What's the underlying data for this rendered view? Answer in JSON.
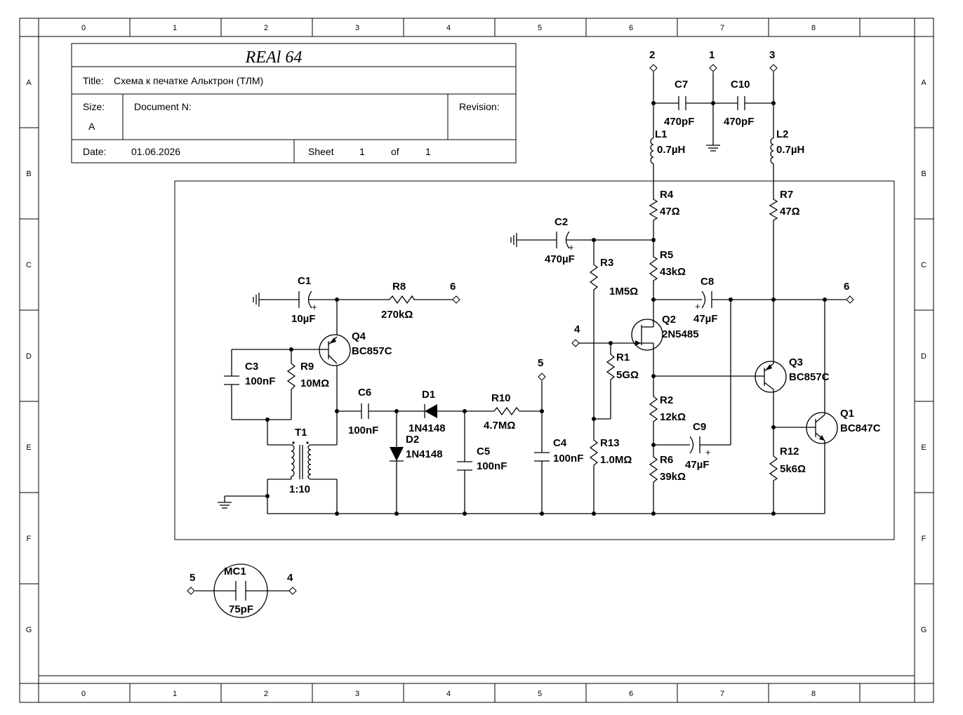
{
  "zones": {
    "columns": [
      "0",
      "1",
      "2",
      "3",
      "4",
      "5",
      "6",
      "7",
      "8"
    ],
    "rows": [
      "A",
      "B",
      "C",
      "D",
      "E",
      "F",
      "G"
    ]
  },
  "title_block": {
    "heading": "REAl 64",
    "title_label": "Title:",
    "title_value": "Схема к печатке  Альктрон (ТЛМ)",
    "size_label": "Size:",
    "size_value": "A",
    "document_label": "Document  N:",
    "revision_label": "Revision:",
    "date_label": "Date:",
    "date_value": "01.06.2026",
    "sheet_label": "Sheet",
    "sheet_value": "1",
    "of_label": "of",
    "of_value": "1"
  },
  "terminals": {
    "t2": "2",
    "t1": "1",
    "t3": "3",
    "t6_left": "6",
    "t6_right": "6",
    "t4": "4",
    "t5": "5",
    "mc_left": "5",
    "mc_right": "4"
  },
  "components": {
    "C7": {
      "ref": "C7",
      "value": "470pF"
    },
    "C10": {
      "ref": "C10",
      "value": "470pF"
    },
    "L1": {
      "ref": "L1",
      "value": "0.7µH"
    },
    "L2": {
      "ref": "L2",
      "value": "0.7µH"
    },
    "R4": {
      "ref": "R4",
      "value": "47Ω"
    },
    "R7": {
      "ref": "R7",
      "value": "47Ω"
    },
    "C2": {
      "ref": "C2",
      "value": "470µF"
    },
    "R3": {
      "ref": "R3",
      "value": "1M5Ω"
    },
    "R5": {
      "ref": "R5",
      "value": "43kΩ"
    },
    "C8": {
      "ref": "C8",
      "value": "47µF"
    },
    "Q2": {
      "ref": "Q2",
      "value": "2N5485"
    },
    "R1": {
      "ref": "R1",
      "value": "5GΩ"
    },
    "Q3": {
      "ref": "Q3",
      "value": "BC857C"
    },
    "R2": {
      "ref": "R2",
      "value": "12kΩ"
    },
    "C9": {
      "ref": "C9",
      "value": "47µF"
    },
    "Q1": {
      "ref": "Q1",
      "value": "BC847C"
    },
    "R13": {
      "ref": "R13",
      "value": "1.0MΩ"
    },
    "R6": {
      "ref": "R6",
      "value": "39kΩ"
    },
    "R12": {
      "ref": "R12",
      "value": "5k6Ω"
    },
    "C4": {
      "ref": "C4",
      "value": "100nF"
    },
    "C1": {
      "ref": "C1",
      "value": "10µF"
    },
    "R8": {
      "ref": "R8",
      "value": "270kΩ"
    },
    "Q4": {
      "ref": "Q4",
      "value": "BC857C"
    },
    "C3": {
      "ref": "C3",
      "value": "100nF"
    },
    "R9": {
      "ref": "R9",
      "value": "10MΩ"
    },
    "C6": {
      "ref": "C6",
      "value": "100nF"
    },
    "D1": {
      "ref": "D1",
      "value": "1N4148"
    },
    "D2": {
      "ref": "D2",
      "value": "1N4148"
    },
    "R10": {
      "ref": "R10",
      "value": "4.7MΩ"
    },
    "C5": {
      "ref": "C5",
      "value": "100nF"
    },
    "T1": {
      "ref": "T1",
      "value": "1:10"
    },
    "MC1": {
      "ref": "MC1",
      "value": "75pF"
    }
  },
  "polarity_mark": "+",
  "colors": {
    "ink": "#000000",
    "paper": "#ffffff"
  }
}
